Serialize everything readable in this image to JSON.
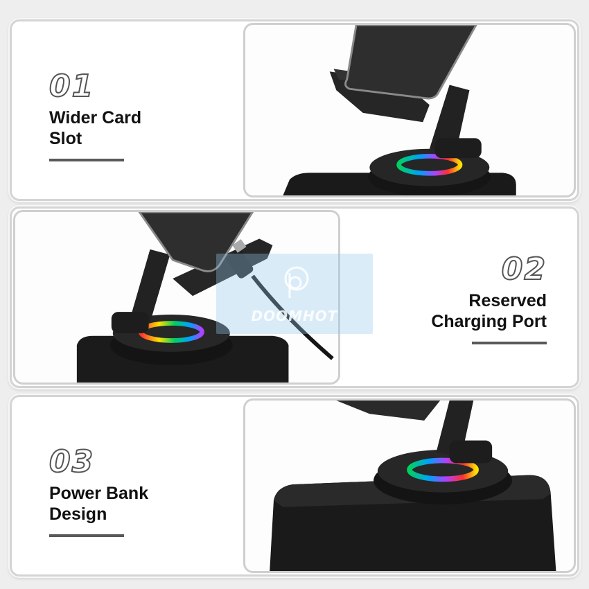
{
  "features": [
    {
      "number": "01",
      "title": "Wider Card\nSlot"
    },
    {
      "number": "02",
      "title": "Reserved\nCharging Port"
    },
    {
      "number": "03",
      "title": "Power Bank\nDesign"
    }
  ],
  "watermark": {
    "text": "DOOMHOT"
  },
  "colors": {
    "accent_line": "#595959",
    "title_text": "#111111",
    "device_body": "#1c1c1c",
    "ring_gradient": [
      "#00a0ff",
      "#00d060",
      "#ffe000",
      "#ff3030",
      "#b040ff"
    ]
  },
  "icons": [
    "phone-stand-photo",
    "usb-cable-icon",
    "rgb-light-ring-icon",
    "watermark-logo-icon"
  ]
}
